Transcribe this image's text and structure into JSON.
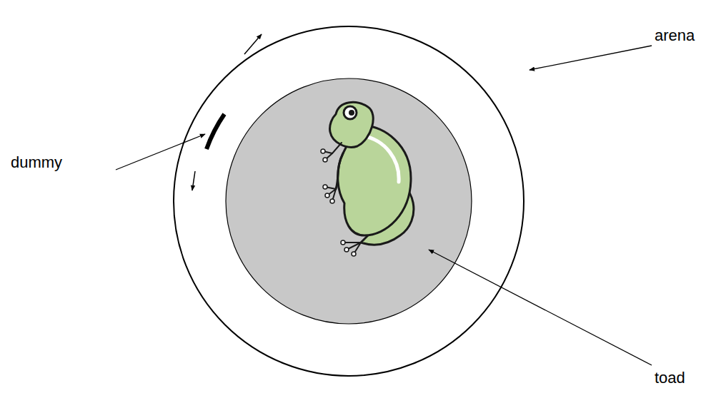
{
  "diagram": {
    "labels": [
      "dummy",
      "arena",
      "toad"
    ]
  }
}
